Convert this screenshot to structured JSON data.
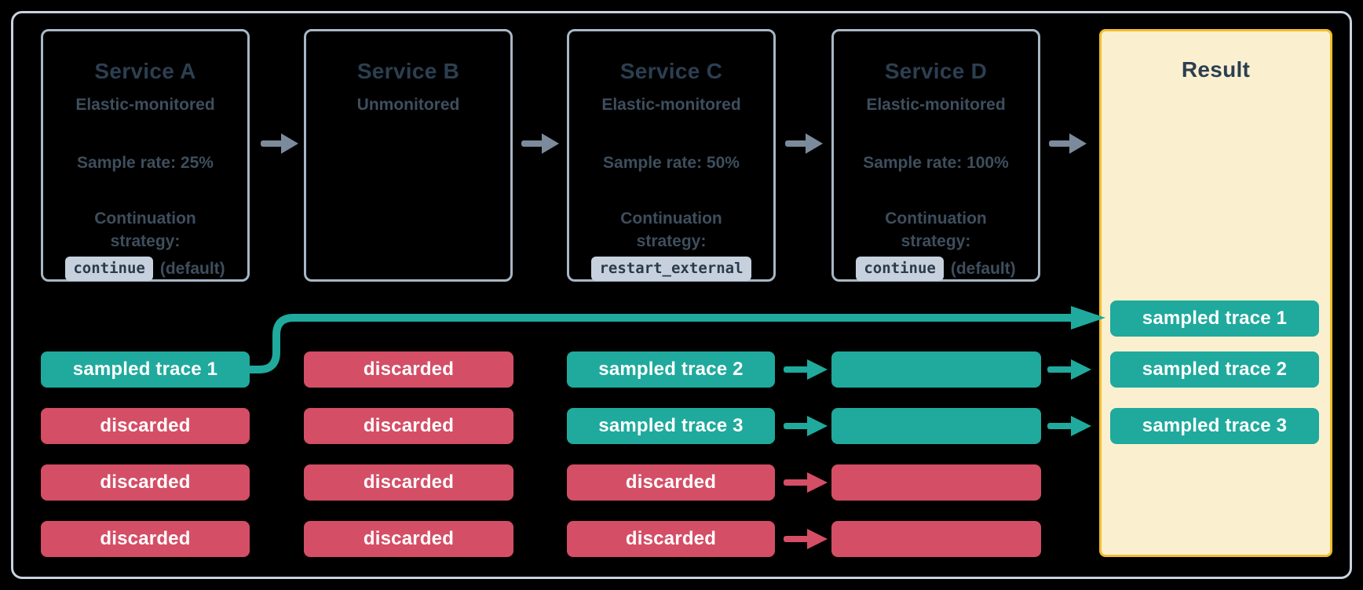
{
  "services": [
    {
      "id": "A",
      "title": "Service A",
      "monitoring": "Elastic-monitored",
      "sample_rate": "Sample rate: 25%",
      "continuation_label": "Continuation strategy:",
      "strategy_chip": "continue",
      "strategy_suffix": "(default)"
    },
    {
      "id": "B",
      "title": "Service B",
      "monitoring": "Unmonitored"
    },
    {
      "id": "C",
      "title": "Service C",
      "monitoring": "Elastic-monitored",
      "sample_rate": "Sample rate: 50%",
      "continuation_label": "Continuation strategy:",
      "strategy_chip": "restart_external"
    },
    {
      "id": "D",
      "title": "Service D",
      "monitoring": "Elastic-monitored",
      "sample_rate": "Sample rate: 100%",
      "continuation_label": "Continuation strategy:",
      "strategy_chip": "continue",
      "strategy_suffix": "(default)"
    }
  ],
  "result": {
    "title": "Result"
  },
  "trace_lanes": {
    "service_a": [
      {
        "label": "sampled trace 1",
        "type": "sampled"
      },
      {
        "label": "discarded",
        "type": "discarded"
      },
      {
        "label": "discarded",
        "type": "discarded"
      },
      {
        "label": "discarded",
        "type": "discarded"
      }
    ],
    "service_b": [
      {
        "label": "discarded",
        "type": "discarded"
      },
      {
        "label": "discarded",
        "type": "discarded"
      },
      {
        "label": "discarded",
        "type": "discarded"
      },
      {
        "label": "discarded",
        "type": "discarded"
      }
    ],
    "service_c": [
      {
        "label": "sampled trace 2",
        "type": "sampled"
      },
      {
        "label": "sampled trace 3",
        "type": "sampled"
      },
      {
        "label": "discarded",
        "type": "discarded"
      },
      {
        "label": "discarded",
        "type": "discarded"
      }
    ],
    "service_d": [
      {
        "label": "",
        "type": "sampled"
      },
      {
        "label": "",
        "type": "sampled"
      },
      {
        "label": "",
        "type": "discarded"
      },
      {
        "label": "",
        "type": "discarded"
      }
    ],
    "result": [
      {
        "label": "sampled trace 1",
        "type": "sampled"
      },
      {
        "label": "sampled trace 2",
        "type": "sampled"
      },
      {
        "label": "sampled trace 3",
        "type": "sampled"
      }
    ]
  },
  "colors": {
    "teal": "#1faa9d",
    "red": "#d44e66",
    "gold": "#f3bd2b",
    "cream": "#faf0d0",
    "frame_border": "#c7d3de",
    "service_border": "#a8b7c5",
    "arrow_gray": "#7b8b9b",
    "title_text": "#2c3f51",
    "body_text": "#3e4e5d",
    "chip_bg": "#c6d1dd",
    "chip_text": "#2b3a49",
    "pill_text": "#ffffff",
    "background": "#000000"
  }
}
